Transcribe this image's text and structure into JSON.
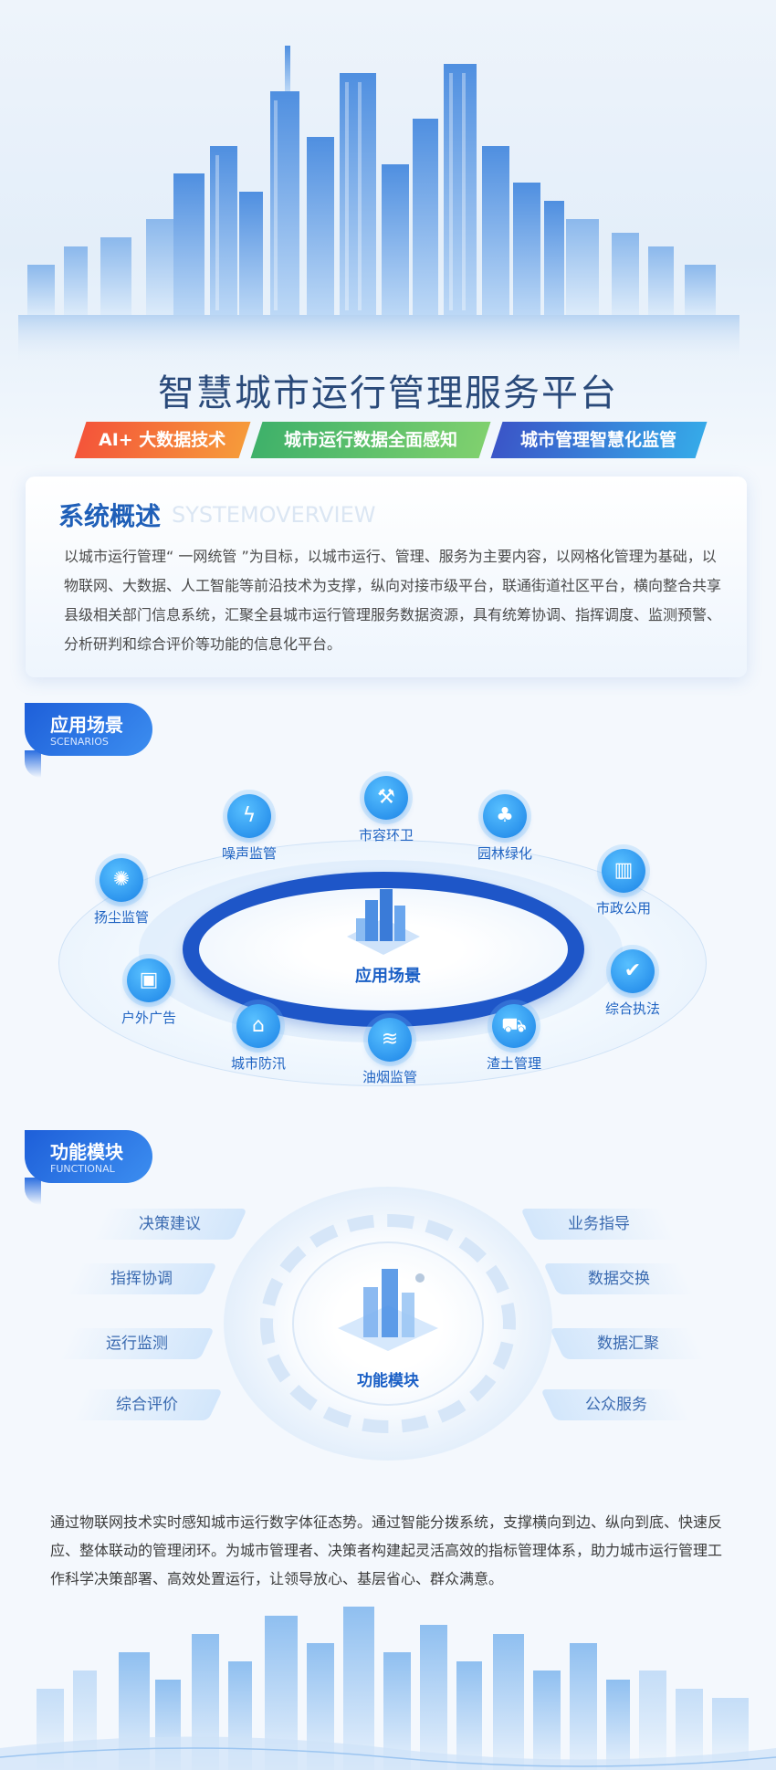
{
  "hero": {
    "title": "智慧城市运行管理服务平台",
    "tags": [
      "AI+ 大数据技术",
      "城市运行数据全面感知",
      "城市管理智慧化监管"
    ]
  },
  "overview": {
    "title": "系统概述",
    "title_en": "SYSTEMOVERVIEW",
    "text": "以城市运行管理“ 一网统管 ”为目标，以城市运行、管理、服务为主要内容，以网格化管理为基础，以物联网、大数据、人工智能等前沿技术为支撑，纵向对接市级平台，联通街道社区平台，横向整合共享县级相关部门信息系统，汇聚全县城市运行管理服务数据资源，具有统筹协调、指挥调度、监测预警、分析研判和综合评价等功能的信息化平台。"
  },
  "scenarios": {
    "badge": "应用场景",
    "badge_en": "SCENARIOS",
    "hub": "应用场景",
    "items": [
      {
        "label": "噪声监管",
        "icon": "noise-icon"
      },
      {
        "label": "市容环卫",
        "icon": "sanitation-worker-icon"
      },
      {
        "label": "园林绿化",
        "icon": "tree-icon"
      },
      {
        "label": "扬尘监管",
        "icon": "dust-icon"
      },
      {
        "label": "市政公用",
        "icon": "building-icon"
      },
      {
        "label": "户外广告",
        "icon": "ad-icon"
      },
      {
        "label": "综合执法",
        "icon": "shield-check-icon"
      },
      {
        "label": "城市防汛",
        "icon": "flood-house-icon"
      },
      {
        "label": "油烟监管",
        "icon": "fume-hood-icon"
      },
      {
        "label": "渣土管理",
        "icon": "dump-truck-icon"
      }
    ]
  },
  "functional": {
    "badge": "功能模块",
    "badge_en": "FUNCTIONAL",
    "hub": "功能模块",
    "left": [
      "决策建议",
      "指挥协调",
      "运行监测",
      "综合评价"
    ],
    "right": [
      "业务指导",
      "数据交换",
      "数据汇聚",
      "公众服务"
    ]
  },
  "summary": "通过物联网技术实时感知城市运行数字体征态势。通过智能分拨系统，支撑横向到边、纵向到底、快速反应、整体联动的管理闭环。为城市管理者、决策者构建起灵活高效的指标管理体系，助力城市运行管理工作科学决策部署、高效处置运行，让领导放心、基层省心、群众满意。"
}
